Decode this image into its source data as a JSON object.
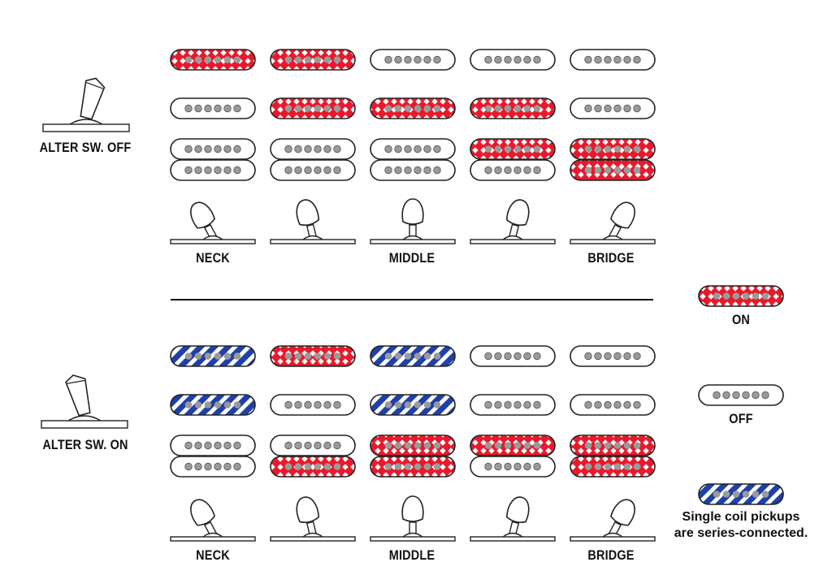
{
  "alter_off": {
    "label": "ALTER SW. OFF"
  },
  "alter_on": {
    "label": "ALTER SW. ON"
  },
  "positions": [
    "NECK",
    "",
    "MIDDLE",
    "",
    "BRIDGE"
  ],
  "legend": {
    "on_label": "ON",
    "off_label": "OFF",
    "series_line1": "Single coil pickups",
    "series_line2": "are series-connected."
  },
  "colors": {
    "on": "#e8192c",
    "series": "#1e40a8",
    "off_fill": "#ffffff",
    "pole": "#9a9a9a",
    "outline": "#222222"
  },
  "states": {
    "alter_off": [
      [
        "on",
        "on",
        "off",
        "off",
        "off"
      ],
      [
        "off",
        "on",
        "on",
        "on",
        "off"
      ],
      [
        "off",
        "off",
        "off",
        "on",
        "on"
      ],
      [
        "off",
        "off",
        "off",
        "off",
        "on"
      ]
    ],
    "alter_on": [
      [
        "series",
        "on",
        "series",
        "off",
        "off"
      ],
      [
        "series",
        "off",
        "series",
        "off",
        "off"
      ],
      [
        "off",
        "off",
        "on",
        "on",
        "on"
      ],
      [
        "off",
        "on",
        "on",
        "off",
        "on"
      ]
    ]
  },
  "lever_angles_deg": [
    -28,
    -14,
    0,
    14,
    28
  ],
  "alter_lever_angles_deg": {
    "alter_off": 15,
    "alter_on": -15
  }
}
